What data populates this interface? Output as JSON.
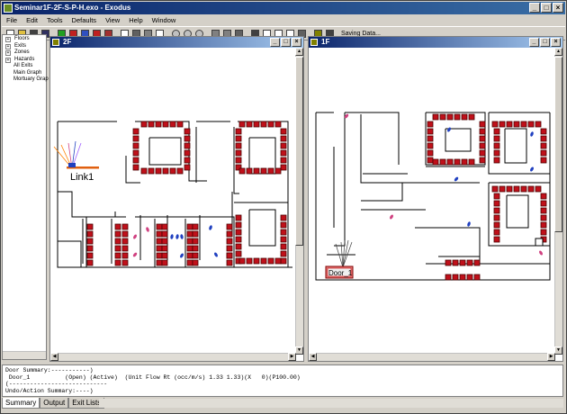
{
  "app": {
    "title": "Seminar1F-2F-S-P-H.exo - Exodus",
    "min_glyph": "_",
    "max_glyph": "□",
    "close_glyph": "×"
  },
  "menu": [
    "File",
    "Edit",
    "Tools",
    "Defaults",
    "View",
    "Help",
    "Window"
  ],
  "toolbar": {
    "status": "Saving Data..."
  },
  "tree": {
    "items": [
      {
        "label": "Floors",
        "expandable": true
      },
      {
        "label": "Exits",
        "expandable": true
      },
      {
        "label": "Zones",
        "expandable": true
      },
      {
        "label": "Hazards",
        "expandable": true
      },
      {
        "label": "All Exits",
        "expandable": false
      },
      {
        "label": "Main Graph",
        "expandable": false
      },
      {
        "label": "Mortuary Grap",
        "expandable": false
      }
    ],
    "expand_glyph": "+"
  },
  "windows": [
    {
      "id": "2f",
      "title": "2F",
      "label_text": "Link1"
    },
    {
      "id": "1f",
      "title": "1F",
      "label_text": "Door_1"
    }
  ],
  "output": {
    "lines": [
      "Door Summary:-----------)",
      " Door_1          (Open) (Active)  (Unit Flow Rt (occ/m/s) 1.33 1.33)(X   0)(P100.00)",
      "(----------------------------",
      "Undo/Action Summary:----)"
    ]
  },
  "tabs": [
    {
      "label": "Summary",
      "active": true
    },
    {
      "label": "Output",
      "active": false
    },
    {
      "label": "Exit Lists",
      "active": false
    }
  ],
  "colors": {
    "seat_red": "#c0101a",
    "seat_dark": "#4a0000",
    "link_orange": "#e06010",
    "person_blue": "#2040c0",
    "person_pink": "#d04080",
    "door_box": "#e88080"
  },
  "toolbar_icons": [
    "new-icon",
    "open-icon",
    "save-icon",
    "save-as-icon",
    "green-square-icon",
    "red-square-icon",
    "chart-icon",
    "stop-icon",
    "pen-icon",
    "select-arrow-icon",
    "print-icon",
    "calc-icon",
    "copy-icon",
    "zoom-in-icon",
    "zoom-out-icon",
    "zoom-fit-icon",
    "cut-icon",
    "multi-copy-icon",
    "node-icon",
    "grid-icon",
    "line-icon",
    "triangle-icon",
    "circle-icon",
    "layers-icon",
    "edit-icon",
    "undo-icon"
  ]
}
